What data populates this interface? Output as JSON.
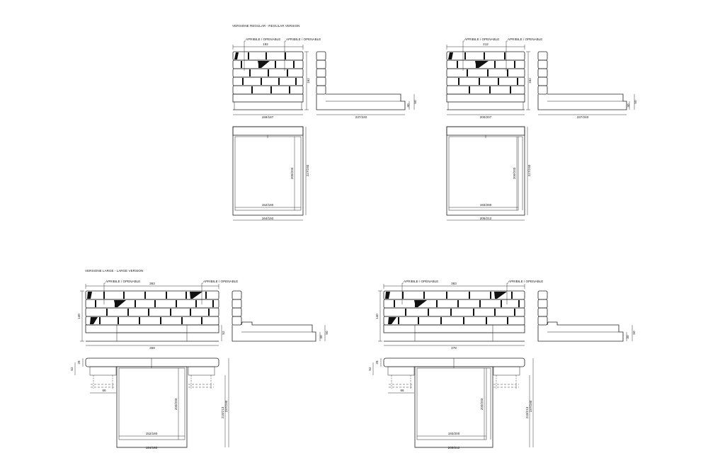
{
  "sections": {
    "regular_title": "VERSIONE REGULAR - REGULAR VERSION",
    "large_title": "VERSIONE LARGE - LARGE VERSION"
  },
  "callout": "APRIBILE / OPENABLE",
  "regular": [
    {
      "front": {
        "top_width": "192",
        "bottom_width": "159/187",
        "height": "162"
      },
      "side": {
        "length": "237/240",
        "h1": "30",
        "h2": "50"
      },
      "plan": {
        "inner_w": "152/180",
        "outer_w": "164/192",
        "inner_l": "200/203",
        "outer_l": "227/240"
      }
    },
    {
      "front": {
        "top_width": "212",
        "bottom_width": "200/207",
        "height": "162"
      },
      "side": {
        "length": "237/240",
        "h1": "30",
        "h2": "50"
      },
      "plan": {
        "inner_w": "193/200",
        "outer_w": "205/212",
        "inner_l": "200/203",
        "outer_l": "227/240"
      }
    }
  ],
  "large": [
    {
      "front": {
        "top_width": "363",
        "bottom_width": "359",
        "height": "140",
        "side_h": "52"
      },
      "side": {
        "h1": "30",
        "h2": "50"
      },
      "plan": {
        "table_h": "28",
        "table_off": "52",
        "table_w": "66",
        "inner_w": "152/180",
        "outer_w": "164/192",
        "inner_l": "200/203",
        "l1": "210/213",
        "l2": "237/240"
      }
    },
    {
      "front": {
        "top_width": "383",
        "bottom_width": "378",
        "height": "140"
      },
      "side": {
        "h1": "30",
        "h2": "50"
      },
      "plan": {
        "table_h": "28",
        "table_off": "52",
        "table_w": "66",
        "inner_w": "193/200",
        "outer_w": "205/212",
        "inner_l": "200/203",
        "l1": "210/213",
        "l2": "237/240"
      }
    }
  ]
}
